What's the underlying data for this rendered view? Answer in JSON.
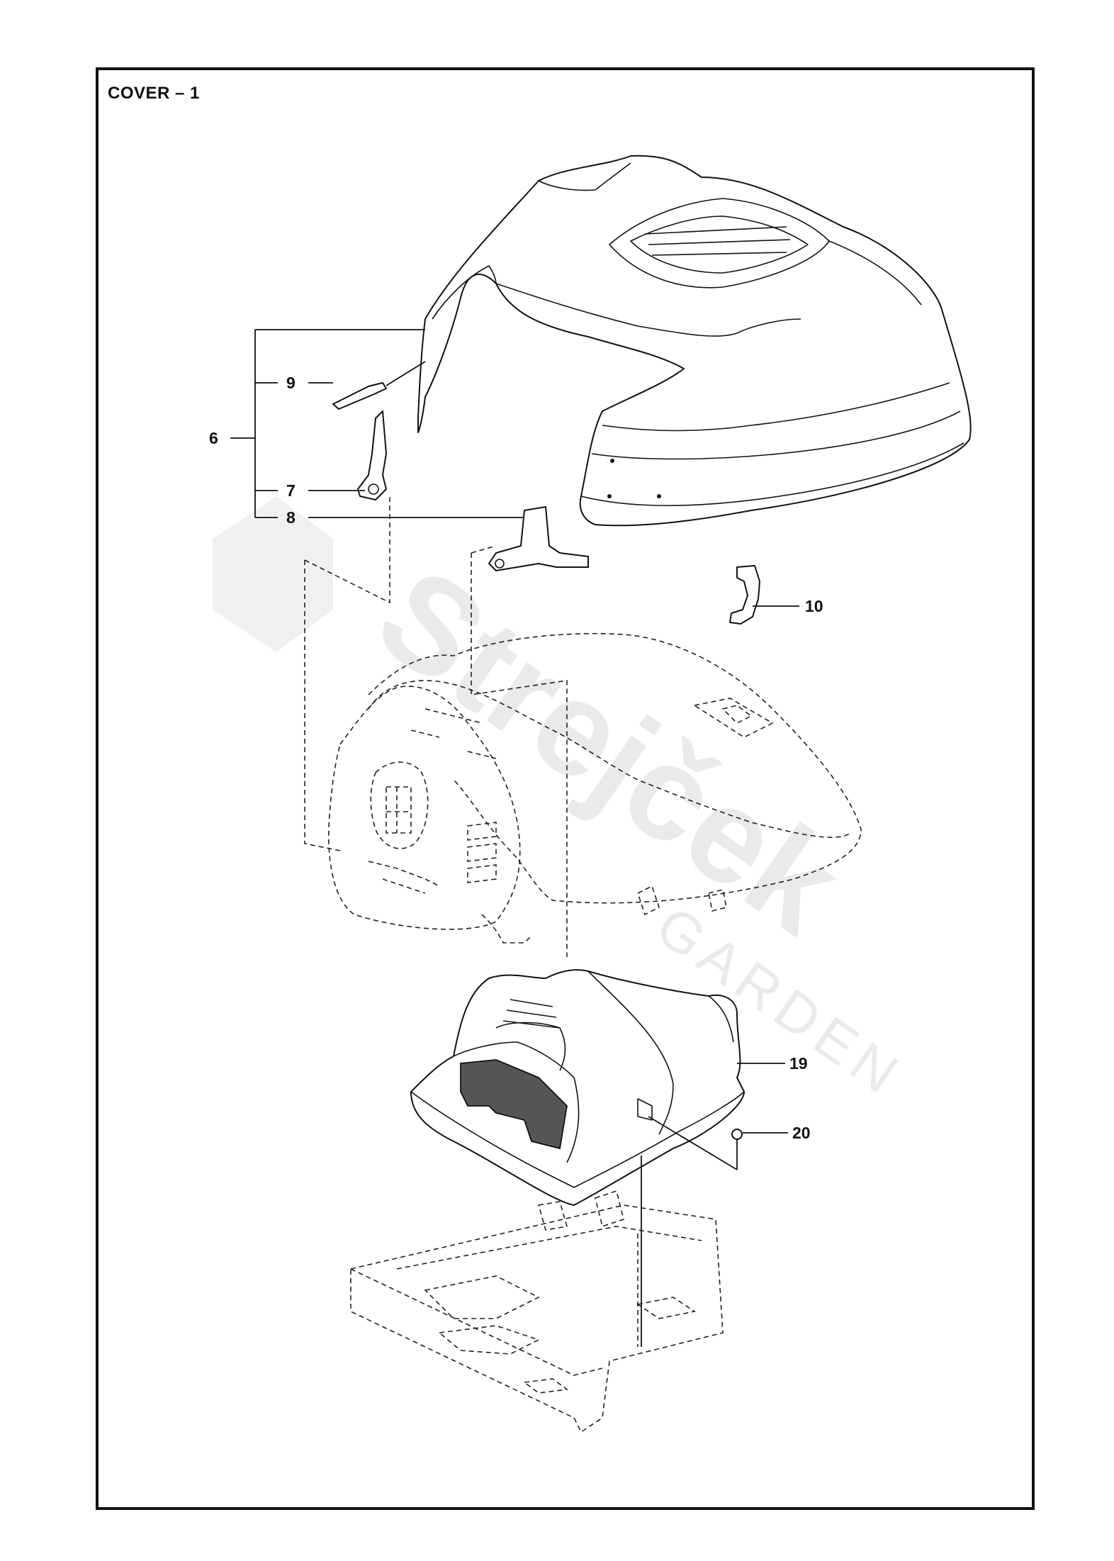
{
  "title": "COVER – 1",
  "callouts": {
    "c6": "6",
    "c7": "7",
    "c8": "8",
    "c9": "9",
    "c10": "10",
    "c19": "19",
    "c20": "20"
  },
  "watermark": {
    "brand": "Strejček",
    "sub": "GARDEN"
  },
  "colors": {
    "line": "#111111",
    "watermark": "#e8e8e8"
  }
}
